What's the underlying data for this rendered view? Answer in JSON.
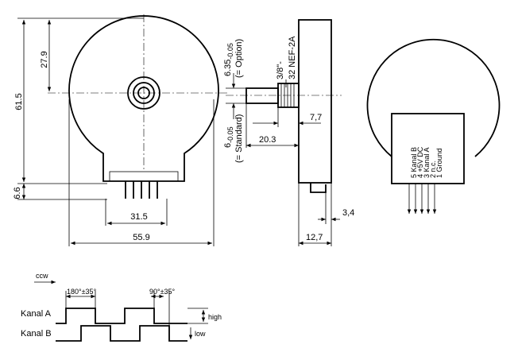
{
  "front": {
    "dim_height": "61.5",
    "dim_shaft_top": "27.9",
    "dim_tab": "6.6",
    "dim_pins": "31.5",
    "dim_width": "55.9"
  },
  "side": {
    "dim_option_value": "6.35",
    "dim_option_tol": "-0.05",
    "dim_option_label": "(= Option)",
    "dim_standard_value": "6",
    "dim_standard_tol": "-0.05",
    "dim_standard_label": "(= Standard)",
    "thread_size": "3/8\"-",
    "thread_spec": "32 NEF-2A",
    "dim_bushing": "7,7",
    "dim_shaft_length": "20.3",
    "dim_pin_offset": "3,4",
    "dim_depth": "12,7"
  },
  "back": {
    "pin_labels": [
      "5 Kanal B",
      "4 +5V DC",
      "3 Kanal A",
      "2 n.c.",
      "1 Ground"
    ]
  },
  "timing": {
    "direction": "ccw",
    "phase_a": "180°±35°",
    "phase_b": "90°±35°",
    "channel_a": "Kanal  A",
    "channel_b": "Kanal  B",
    "level_high": "high",
    "level_low": "low"
  }
}
